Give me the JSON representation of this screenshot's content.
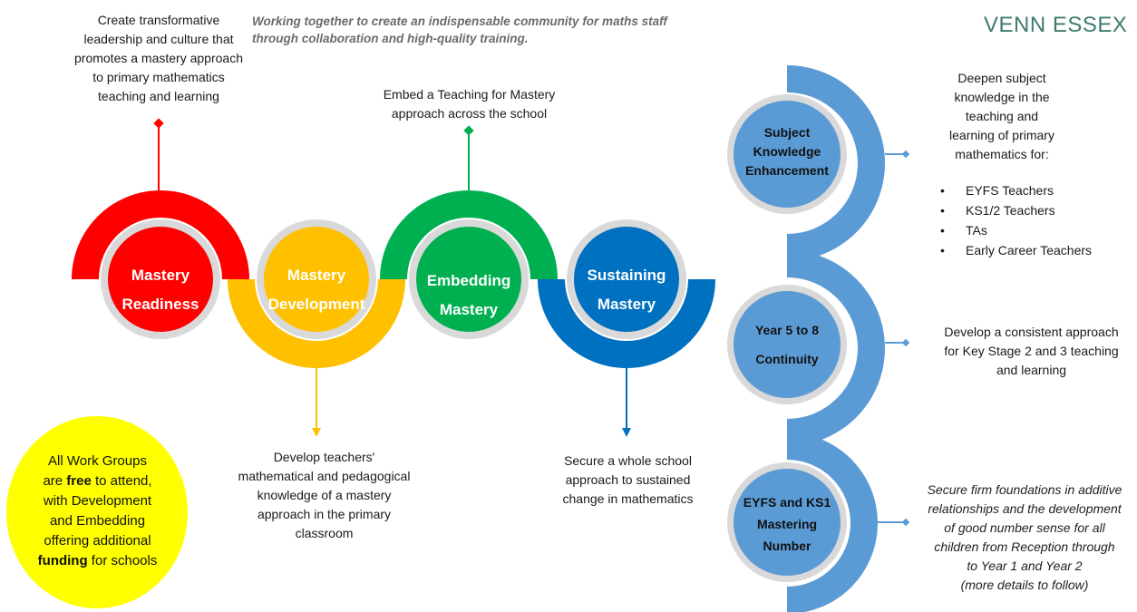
{
  "header": {
    "tagline_line1": "Working together to create an indispensable community for maths staff",
    "tagline_line2": "through collaboration and high-quality training.",
    "brand": "VENN ESSEX"
  },
  "stages": [
    {
      "line1": "Mastery",
      "line2": "Readiness",
      "color": "#ff0000",
      "description": [
        "Create transformative",
        "leadership and culture that",
        "promotes a mastery approach",
        "to primary mathematics",
        "teaching and learning"
      ]
    },
    {
      "line1": "Mastery",
      "line2": "Development",
      "color": "#ffc000",
      "description": [
        "Develop teachers'",
        "mathematical and pedagogical",
        "knowledge of a mastery",
        "approach in the primary",
        "classroom"
      ]
    },
    {
      "line1": "Embedding",
      "line2": "Mastery",
      "color": "#00b050",
      "description": [
        "Embed a Teaching for Mastery",
        "approach across the school"
      ]
    },
    {
      "line1": "Sustaining",
      "line2": "Mastery",
      "color": "#0070c0",
      "description": [
        "Secure a whole school",
        "approach to sustained",
        "change in mathematics"
      ]
    }
  ],
  "programmes": [
    {
      "line1": "Subject",
      "line2": "Knowledge",
      "line3": "Enhancement",
      "description": [
        "Deepen subject",
        "knowledge in the",
        "teaching and",
        "learning of primary",
        "mathematics for:"
      ],
      "bullets": [
        "EYFS Teachers",
        "KS1/2 Teachers",
        "TAs",
        "Early Career Teachers"
      ]
    },
    {
      "line1": "Year 5 to 8",
      "line2": "Continuity",
      "description": [
        "Develop a consistent approach",
        "for Key Stage 2 and 3 teaching",
        "and learning"
      ]
    },
    {
      "line1": "EYFS and KS1",
      "line2": "Mastering",
      "line3": "Number",
      "description": [
        "Secure firm foundations in additive",
        "relationships and the development",
        "of good number sense for all",
        "children from Reception through",
        "to Year 1 and Year 2",
        "(more details to follow)"
      ]
    }
  ],
  "funding_note": {
    "l1": "All Work Groups",
    "l2a": "are ",
    "l2b": "free",
    "l2c": " to attend,",
    "l3": "with Development",
    "l4": "and Embedding",
    "l5": "offering additional",
    "l6a": "funding",
    "l6b": " for schools"
  },
  "colors": {
    "red": "#ff0000",
    "yellow": "#ffc000",
    "green": "#00b050",
    "blue": "#0070c0",
    "programme_blue": "#5b9bd5",
    "note_yellow": "#ffff00",
    "ring_grey": "#d9d9d9"
  }
}
